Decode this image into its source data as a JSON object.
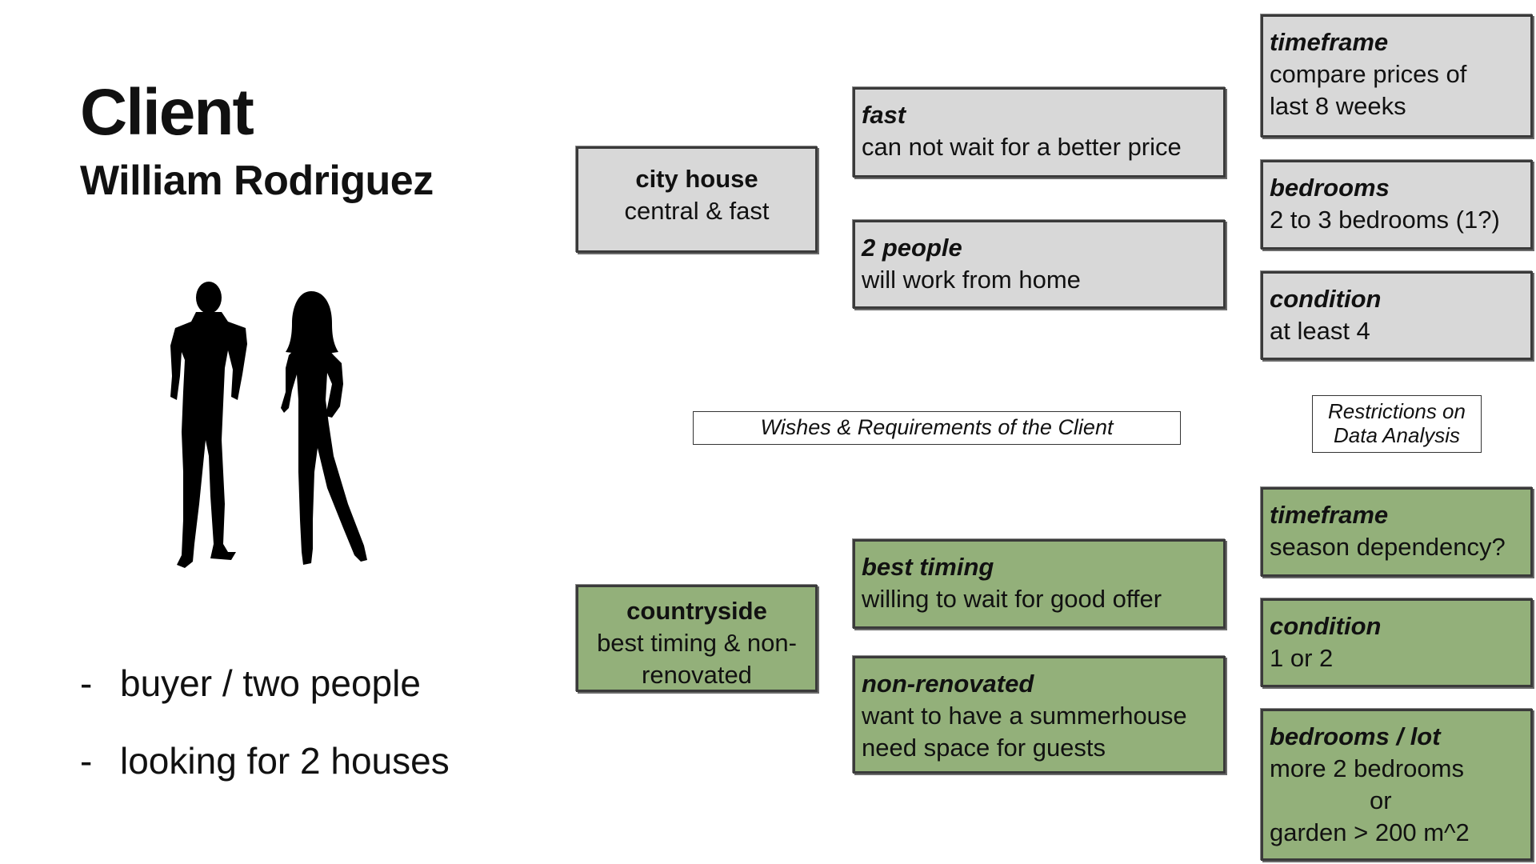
{
  "header": {
    "title": "Client",
    "subtitle": "William Rodriguez"
  },
  "bullets": [
    "buyer / two people",
    "looking for 2 houses"
  ],
  "icons": {
    "people": "two-people-silhouette-icon"
  },
  "labels": {
    "wishes": "Wishes & Requirements of the Client",
    "restrictions_line1": "Restrictions on",
    "restrictions_line2": "Data Analysis"
  },
  "city": {
    "main": {
      "title": "city house",
      "text": "central & fast"
    },
    "wishes": [
      {
        "title": "fast",
        "lines": [
          "can not wait for a better price"
        ]
      },
      {
        "title": "2 people",
        "lines": [
          "will work from home"
        ]
      }
    ],
    "restrictions": [
      {
        "title": "timeframe",
        "lines": [
          "compare prices of",
          "last 8 weeks"
        ]
      },
      {
        "title": "bedrooms",
        "lines": [
          "2 to 3 bedrooms (1?)"
        ]
      },
      {
        "title": "condition",
        "lines": [
          "at least 4"
        ]
      }
    ]
  },
  "countryside": {
    "main": {
      "title": "countryside",
      "text1": "best timing & non-",
      "text2": "renovated"
    },
    "wishes": [
      {
        "title": "best timing",
        "lines": [
          "willing to wait for good offer"
        ]
      },
      {
        "title": "non-renovated",
        "lines": [
          "want to have a summerhouse",
          "need space for guests"
        ]
      }
    ],
    "restrictions": [
      {
        "title": "timeframe",
        "lines": [
          "season dependency?"
        ]
      },
      {
        "title": "condition",
        "lines": [
          "1 or 2"
        ]
      },
      {
        "title": "bedrooms / lot",
        "lines": [
          "more 2 bedrooms",
          "or",
          "garden > 200 m^2"
        ]
      }
    ]
  },
  "colors": {
    "grey_box": "#d8d8d8",
    "green_box": "#93b07a",
    "border": "#3a3a3a"
  }
}
